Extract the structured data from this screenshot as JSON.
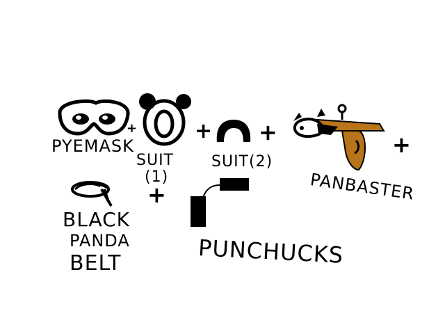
{
  "items": {
    "pyemask": {
      "label": "PYEMASK",
      "icon": "pie-mask-icon"
    },
    "suit1": {
      "label_line1": "SUIT",
      "label_line2": "(1)",
      "icon": "panda-suit-head-icon"
    },
    "suit2": {
      "label": "SUIT(2)",
      "icon": "panda-suit-body-icon"
    },
    "panbaster": {
      "label": "PANBASTER",
      "icon": "pan-blaster-icon"
    },
    "belt": {
      "label_line1": "BLACK",
      "label_line2": "PANDA",
      "label_line3": "BELT",
      "icon": "black-belt-icon"
    },
    "punchucks": {
      "label": "PUNCHUCKS",
      "icon": "punchucks-icon"
    }
  },
  "operators": {
    "small_plus": "+",
    "plus": "+"
  },
  "colors": {
    "ink": "#000000",
    "background": "#ffffff",
    "pan_brown": "#b8741a"
  }
}
